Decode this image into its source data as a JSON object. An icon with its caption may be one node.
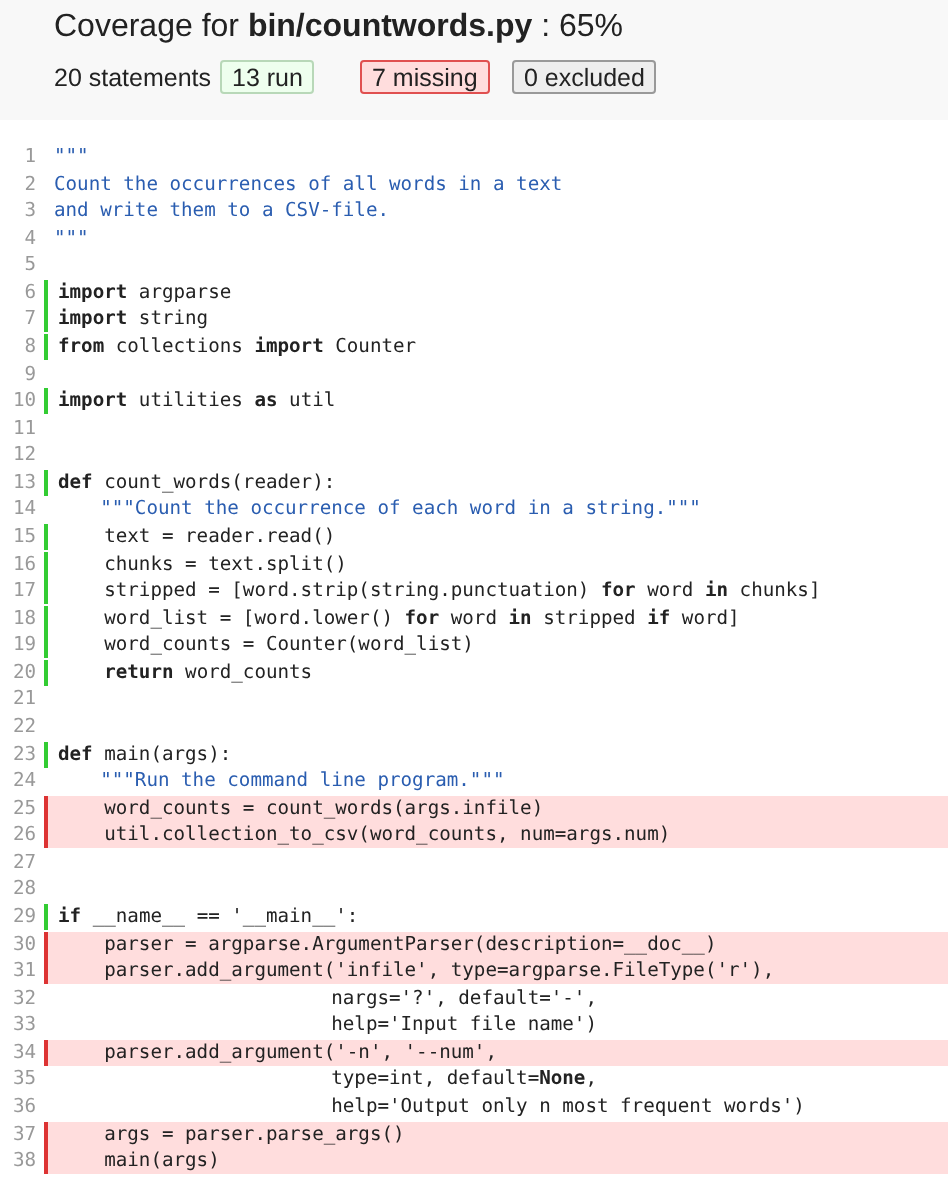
{
  "diagram": {
    "title": "Coverage for **bin/countwords.py** : 65%",
    "nodes": [
      {
        "text": [
          "\"\"\""
        ],
        "beside": [
          "1"
        ]
      },
      {
        "text": [
          "Count the occurrences of all words in a text"
        ],
        "beside": [
          "2"
        ]
      },
      {
        "text": [
          "and write them to a CSV-file."
        ],
        "beside": [
          "3"
        ]
      },
      {
        "text": [
          "\"\"\""
        ],
        "beside": [
          "4"
        ]
      },
      {
        "text": [
          "**import** argparse"
        ],
        "beside": [
          "6"
        ]
      },
      {
        "text": [
          "**import** string"
        ],
        "beside": [
          "7"
        ]
      },
      {
        "text": [
          "**from** collections **import** Counter"
        ],
        "beside": [
          "8"
        ]
      },
      {
        "text": [
          "**import** utilities **as** util"
        ],
        "beside": [
          "10"
        ]
      },
      {
        "text": [
          "**def** count_words(reader):"
        ],
        "beside": [
          "13"
        ]
      },
      {
        "text": [
          "    \"\"\"Count the occurrence of each word in a string.\"\"\""
        ],
        "beside": [
          "14"
        ]
      },
      {
        "text": [
          "    text = reader.read()"
        ],
        "beside": [
          "15"
        ]
      },
      {
        "text": [
          "    chunks = text.split()"
        ],
        "beside": [
          "16"
        ]
      },
      {
        "text": [
          "    stripped = [word.strip(string.punctuation) **for** word **in** chunks]"
        ],
        "beside": [
          "17"
        ]
      },
      {
        "text": [
          "    word_list = [word.lower() **for** word **in** stripped **if** word]"
        ],
        "beside": [
          "18"
        ]
      },
      {
        "text": [
          "    word_counts = Counter(word_list)"
        ],
        "beside": [
          "19"
        ]
      },
      {
        "text": [
          "    **return** word_counts"
        ],
        "beside": [
          "20"
        ]
      },
      {
        "text": [
          "**def** main(args):"
        ],
        "beside": [
          "23"
        ]
      },
      {
        "text": [
          "    \"\"\"Run the command line program.\"\"\""
        ],
        "beside": [
          "24"
        ]
      },
      {
        "text": [
          "    word_counts = count_words(args.infile)"
        ],
        "beside": [
          "25"
        ]
      },
      {
        "text": [
          "    util.collection_to_csv(word_counts, num=args.num)"
        ],
        "beside": [
          "26"
        ]
      },
      {
        "text": [
          "**if** __name__ == '__main__':"
        ],
        "beside": [
          "29"
        ]
      },
      {
        "text": [
          "    parser = argparse.ArgumentParser(description=__doc__)"
        ],
        "beside": [
          "30"
        ]
      },
      {
        "text": [
          "    parser.add_argument('infile', type=argparse.FileType('r'),"
        ],
        "beside": [
          "31"
        ]
      },
      {
        "text": [
          "                        nargs='?', default='-',"
        ],
        "beside": [
          "32"
        ]
      },
      {
        "text": [
          "                        help='Input file name')"
        ],
        "beside": [
          "33"
        ]
      },
      {
        "text": [
          "    parser.add_argument('-n', '--num',"
        ],
        "beside": [
          "34"
        ]
      },
      {
        "text": [
          "                        type=int, default=**None**,"
        ],
        "beside": [
          "35"
        ]
      },
      {
        "text": [
          "                        help='Output only n most frequent words')"
        ],
        "beside": [
          "36"
        ]
      },
      {
        "text": [
          "    args = parser.parse_args()"
        ],
        "beside": [
          "37"
        ]
      },
      {
        "text": [
          "    main(args)"
        ],
        "beside": [
          "38"
        ]
      }
    ],
    "labels": [
      "20 statements",
      "5",
      "9",
      "11",
      "12",
      "21",
      "22",
      "27",
      "28"
    ],
    "legend": [
      {
        "text": "13 run",
        "color": "#eeffee"
      },
      {
        "text": "7 missing",
        "color": "#ffdddd"
      },
      {
        "text": "0 excluded",
        "color": "#eeeeee"
      }
    ]
  }
}
